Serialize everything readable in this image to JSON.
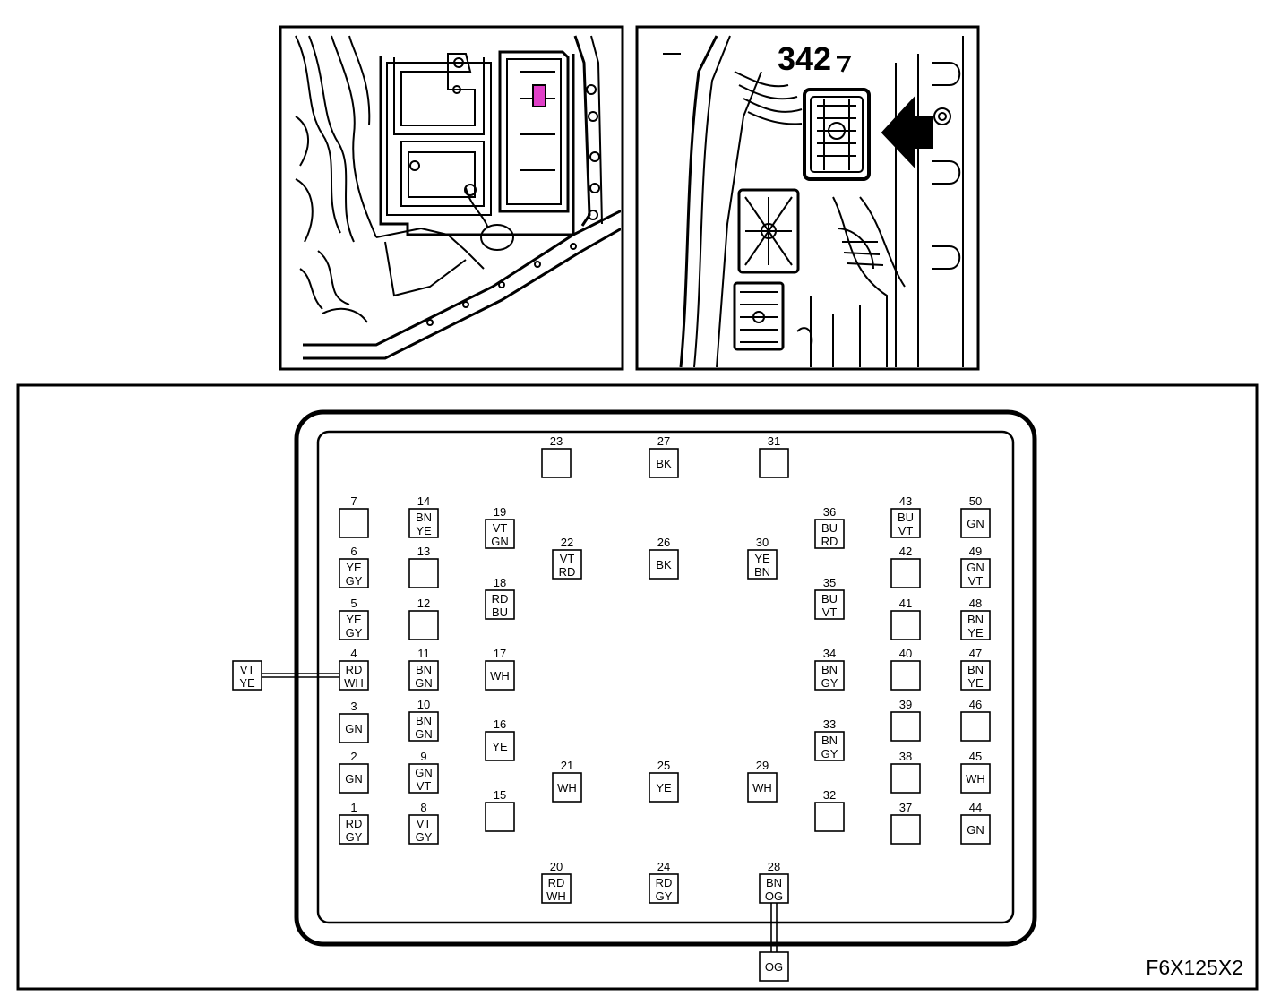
{
  "figure": {
    "component_label": "342",
    "figure_code": "F6X125X2"
  },
  "pins": [
    {
      "n": "1",
      "w": [
        "RD",
        "GY"
      ]
    },
    {
      "n": "2",
      "w": [
        "GN"
      ]
    },
    {
      "n": "3",
      "w": [
        "GN"
      ]
    },
    {
      "n": "4",
      "w": [
        "RD",
        "WH"
      ]
    },
    {
      "n": "5",
      "w": [
        "YE",
        "GY"
      ]
    },
    {
      "n": "6",
      "w": [
        "YE",
        "GY"
      ]
    },
    {
      "n": "7",
      "w": []
    },
    {
      "n": "8",
      "w": [
        "VT",
        "GY"
      ]
    },
    {
      "n": "9",
      "w": [
        "GN",
        "VT"
      ]
    },
    {
      "n": "10",
      "w": [
        "BN",
        "GN"
      ]
    },
    {
      "n": "11",
      "w": [
        "BN",
        "GN"
      ]
    },
    {
      "n": "12",
      "w": []
    },
    {
      "n": "13",
      "w": []
    },
    {
      "n": "14",
      "w": [
        "BN",
        "YE"
      ]
    },
    {
      "n": "15",
      "w": []
    },
    {
      "n": "16",
      "w": [
        "YE"
      ]
    },
    {
      "n": "17",
      "w": [
        "WH"
      ]
    },
    {
      "n": "18",
      "w": [
        "RD",
        "BU"
      ]
    },
    {
      "n": "19",
      "w": [
        "VT",
        "GN"
      ]
    },
    {
      "n": "20",
      "w": [
        "RD",
        "WH"
      ]
    },
    {
      "n": "21",
      "w": [
        "WH"
      ]
    },
    {
      "n": "22",
      "w": [
        "VT",
        "RD"
      ]
    },
    {
      "n": "23",
      "w": []
    },
    {
      "n": "24",
      "w": [
        "RD",
        "GY"
      ]
    },
    {
      "n": "25",
      "w": [
        "YE"
      ]
    },
    {
      "n": "26",
      "w": [
        "BK"
      ]
    },
    {
      "n": "27",
      "w": [
        "BK"
      ]
    },
    {
      "n": "28",
      "w": [
        "BN",
        "OG"
      ]
    },
    {
      "n": "29",
      "w": [
        "WH"
      ]
    },
    {
      "n": "30",
      "w": [
        "YE",
        "BN"
      ]
    },
    {
      "n": "31",
      "w": []
    },
    {
      "n": "32",
      "w": []
    },
    {
      "n": "33",
      "w": [
        "BN",
        "GY"
      ]
    },
    {
      "n": "34",
      "w": [
        "BN",
        "GY"
      ]
    },
    {
      "n": "35",
      "w": [
        "BU",
        "VT"
      ]
    },
    {
      "n": "36",
      "w": [
        "BU",
        "RD"
      ]
    },
    {
      "n": "37",
      "w": []
    },
    {
      "n": "38",
      "w": []
    },
    {
      "n": "39",
      "w": []
    },
    {
      "n": "40",
      "w": []
    },
    {
      "n": "41",
      "w": []
    },
    {
      "n": "42",
      "w": []
    },
    {
      "n": "43",
      "w": [
        "BU",
        "VT"
      ]
    },
    {
      "n": "44",
      "w": [
        "GN"
      ]
    },
    {
      "n": "45",
      "w": [
        "WH"
      ]
    },
    {
      "n": "46",
      "w": []
    },
    {
      "n": "47",
      "w": [
        "BN",
        "YE"
      ]
    },
    {
      "n": "48",
      "w": [
        "BN",
        "YE"
      ]
    },
    {
      "n": "49",
      "w": [
        "GN",
        "VT"
      ]
    },
    {
      "n": "50",
      "w": [
        "GN"
      ]
    }
  ],
  "callouts": [
    {
      "pin": "4",
      "w": [
        "VT",
        "YE"
      ]
    },
    {
      "pin": "28",
      "w": [
        "OG"
      ]
    }
  ],
  "colors": {
    "ink": "#000000",
    "highlight": "#e040c8",
    "paper": "#ffffff"
  }
}
